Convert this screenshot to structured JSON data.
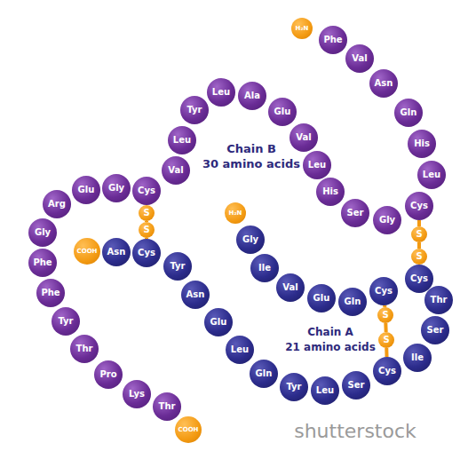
{
  "diagram": {
    "nodes": [
      {
        "text": [
          "H₂N"
        ]
      },
      {
        "text": [
          "Phe"
        ]
      },
      {
        "text": [
          "Val"
        ]
      },
      {
        "text": [
          "Asn"
        ]
      },
      {
        "text": [
          "Gln"
        ]
      },
      {
        "text": [
          "His"
        ]
      },
      {
        "text": [
          "Leu"
        ]
      },
      {
        "text": [
          "Cys"
        ]
      },
      {
        "text": [
          "Gly"
        ]
      },
      {
        "text": [
          "Ser"
        ]
      },
      {
        "text": [
          "His"
        ]
      },
      {
        "text": [
          "Leu"
        ]
      },
      {
        "text": [
          "Val"
        ]
      },
      {
        "text": [
          "Glu"
        ]
      },
      {
        "text": [
          "Ala"
        ]
      },
      {
        "text": [
          "Leu"
        ]
      },
      {
        "text": [
          "Tyr"
        ]
      },
      {
        "text": [
          "Leu"
        ]
      },
      {
        "text": [
          "Val"
        ]
      },
      {
        "text": [
          "Cys"
        ]
      },
      {
        "text": [
          "Gly"
        ]
      },
      {
        "text": [
          "Glu"
        ]
      },
      {
        "text": [
          "Arg"
        ]
      },
      {
        "text": [
          "Gly"
        ]
      },
      {
        "text": [
          "Phe"
        ]
      },
      {
        "text": [
          "Phe"
        ]
      },
      {
        "text": [
          "Tyr"
        ]
      },
      {
        "text": [
          "Thr"
        ]
      },
      {
        "text": [
          "Pro"
        ]
      },
      {
        "text": [
          "Lys"
        ]
      },
      {
        "text": [
          "Thr"
        ]
      },
      {
        "text": [
          "COOH"
        ]
      },
      {
        "text": [
          "H₂N"
        ]
      },
      {
        "text": [
          "Gly"
        ]
      },
      {
        "text": [
          "Ile"
        ]
      },
      {
        "text": [
          "Val"
        ]
      },
      {
        "text": [
          "Glu"
        ]
      },
      {
        "text": [
          "Gln"
        ]
      },
      {
        "text": [
          "Cys"
        ]
      },
      {
        "text": [
          "Cys"
        ]
      },
      {
        "text": [
          "Thr"
        ]
      },
      {
        "text": [
          "Ser"
        ]
      },
      {
        "text": [
          "Ile"
        ]
      },
      {
        "text": [
          "Cys"
        ]
      },
      {
        "text": [
          "Ser"
        ]
      },
      {
        "text": [
          "Leu"
        ]
      },
      {
        "text": [
          "Tyr"
        ]
      },
      {
        "text": [
          "Gln"
        ]
      },
      {
        "text": [
          "Leu"
        ]
      },
      {
        "text": [
          "Glu"
        ]
      },
      {
        "text": [
          "Asn"
        ]
      },
      {
        "text": [
          "Tyr"
        ]
      },
      {
        "text": [
          "Cys"
        ]
      },
      {
        "text": [
          "Asn"
        ]
      },
      {
        "text": [
          "COOH"
        ]
      },
      {
        "text": [
          "S"
        ]
      },
      {
        "text": [
          "S"
        ]
      },
      {
        "text": [
          "S"
        ]
      },
      {
        "text": [
          "S"
        ]
      },
      {
        "text": [
          "S"
        ]
      },
      {
        "text": [
          "S"
        ]
      }
    ],
    "edges": [
      {
        "from": 7,
        "to": 55,
        "arrow": "none"
      },
      {
        "from": 55,
        "to": 56,
        "arrow": "none"
      },
      {
        "from": 56,
        "to": 39,
        "arrow": "none"
      },
      {
        "from": 38,
        "to": 57,
        "arrow": "none"
      },
      {
        "from": 57,
        "to": 58,
        "arrow": "none"
      },
      {
        "from": 58,
        "to": 43,
        "arrow": "none"
      },
      {
        "from": 19,
        "to": 59,
        "arrow": "none"
      },
      {
        "from": 59,
        "to": 60,
        "arrow": "none"
      },
      {
        "from": 60,
        "to": 52,
        "arrow": "none"
      }
    ],
    "labels": [
      "Chain B",
      "30 amino acids",
      "Chain A",
      "21 amino acids",
      "shutterstock"
    ]
  }
}
